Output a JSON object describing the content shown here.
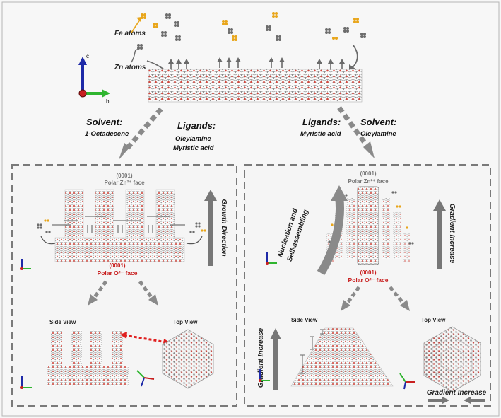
{
  "colors": {
    "lattice_red": "#d4463c",
    "lattice_grey": "#8c8c8c",
    "fe_gold": "#e8a519",
    "zn_grey": "#6c6c6c",
    "axis_blue": "#1e2aa8",
    "axis_green": "#2fb52f",
    "axis_red": "#c82020",
    "arrow_grey": "#6a6a6a",
    "dashed_red": "#e02020",
    "panel_border": "#7a7a7a"
  },
  "top": {
    "fe_label": "Fe atoms",
    "zn_label": "Zn atoms",
    "axis_c": "c",
    "axis_b": "b"
  },
  "left_route": {
    "solvent_title": "Solvent:",
    "solvent_value": "1-Octadecene",
    "ligands_title": "Ligands:",
    "ligand_1": "Oleylamine",
    "ligand_2": "Myristic acid"
  },
  "right_route": {
    "ligands_title": "Ligands:",
    "ligand_1": "Myristic acid",
    "solvent_title": "Solvent:",
    "solvent_value": "Oleylamine"
  },
  "left_panel": {
    "top_index": "(0001)",
    "top_face": "Polar Zn²⁺ face",
    "bottom_index": "(0001)",
    "bottom_face": "Polar O²⁻ face",
    "growth_label": "Growth Direction",
    "side_view": "Side View",
    "top_view": "Top View"
  },
  "right_panel": {
    "top_index": "(0001)",
    "top_face": "Polar Zn²⁺ face",
    "bottom_index": "(0001)",
    "bottom_face": "Polar O²⁻ face",
    "nucleation_line1": "Nucleation and",
    "nucleation_line2": "Self-assembling",
    "gradient_label": "Gradient Increase",
    "side_view": "Side View",
    "top_view": "Top View",
    "side_gradient_label": "Gradient Increase",
    "top_gradient_label": "Gradient Increase"
  }
}
